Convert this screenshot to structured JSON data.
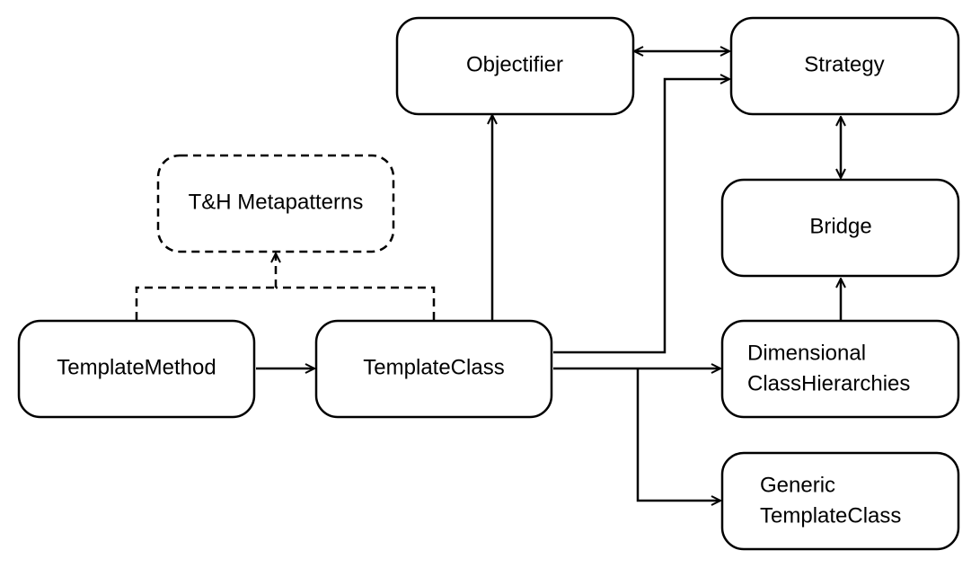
{
  "diagram": {
    "nodes": {
      "objectifier": "Objectifier",
      "strategy": "Strategy",
      "metapatterns": "T&H Metapatterns",
      "bridge": "Bridge",
      "template_method": "TemplateMethod",
      "template_class": "TemplateClass",
      "dimensional_line1": "Dimensional",
      "dimensional_line2": "ClassHierarchies",
      "generic_line1": "Generic",
      "generic_line2": "TemplateClass"
    }
  }
}
